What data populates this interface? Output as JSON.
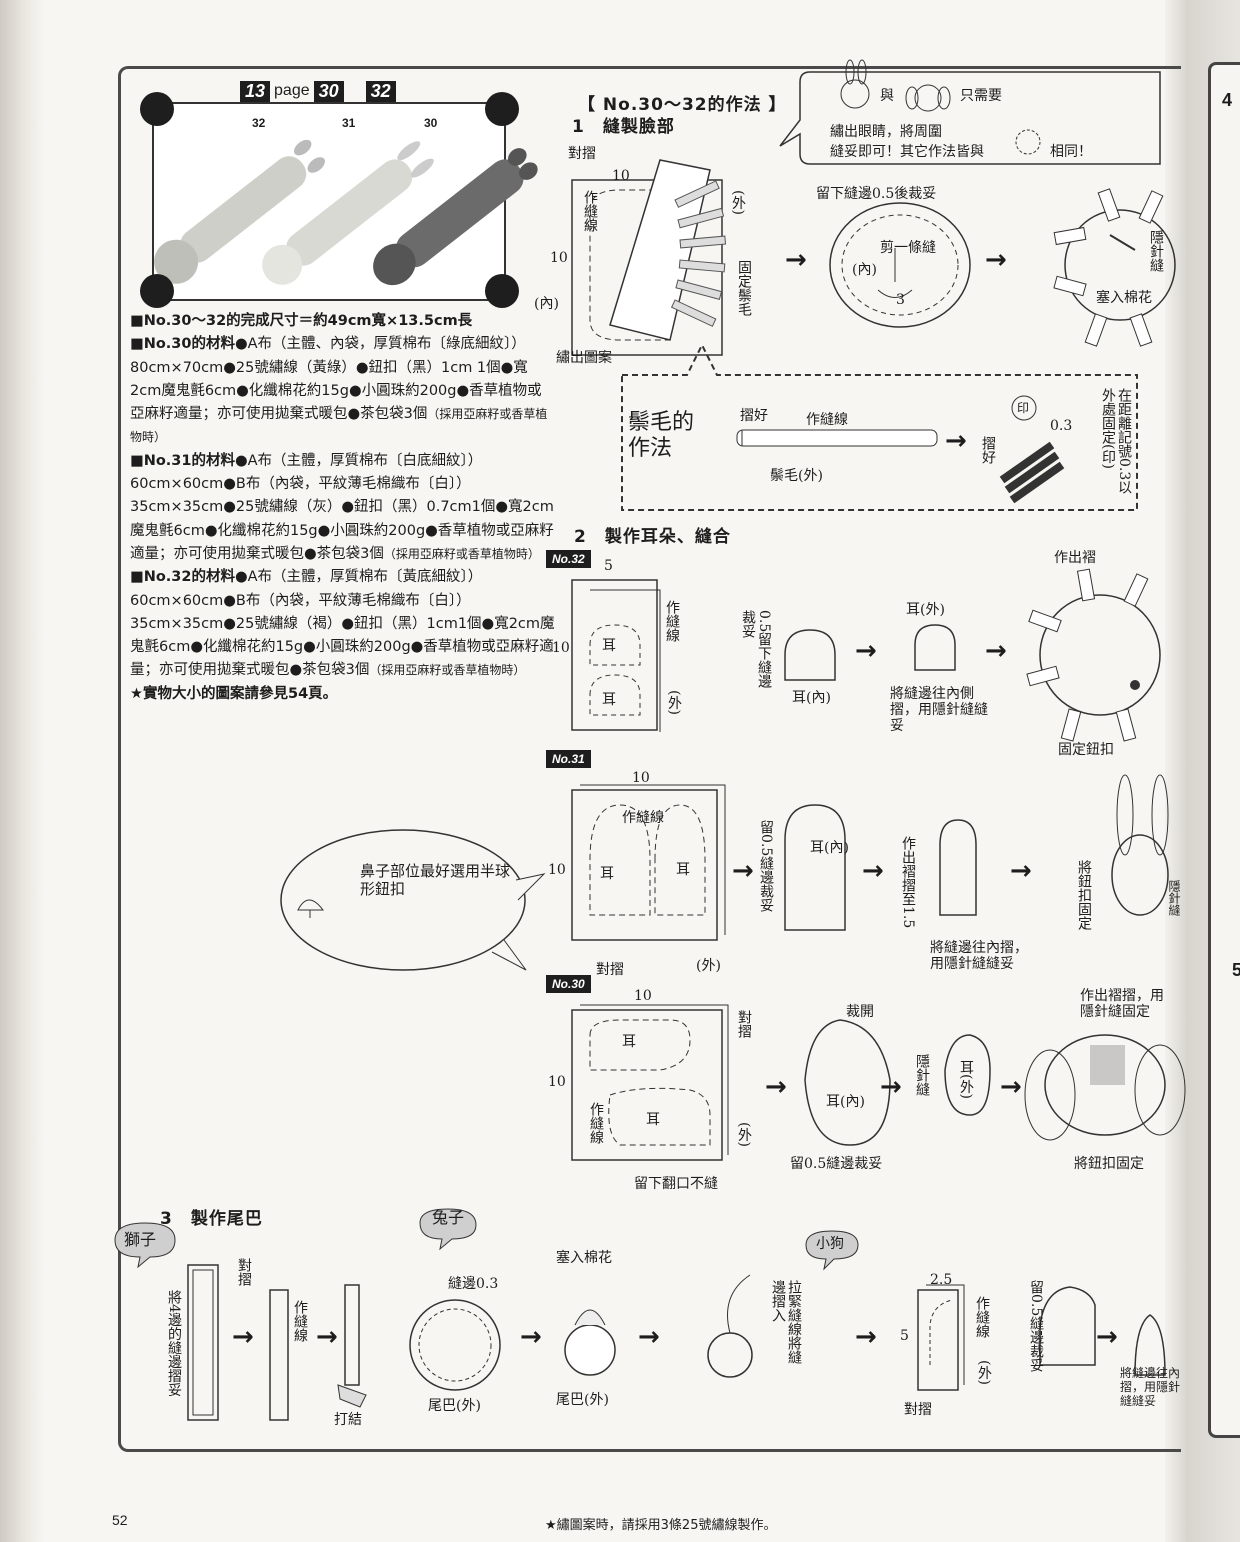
{
  "page_badges": {
    "b1": "13",
    "word": "page",
    "b2": "30",
    "b3": "32"
  },
  "photo_labels": [
    "32",
    "31",
    "30"
  ],
  "materials": [
    {
      "head": "■No.30～32的完成尺寸＝約49cm寬×13.5cm長",
      "body": ""
    },
    {
      "head": "■No.30的材料●",
      "body": "A布（主體、內袋，厚質棉布〔綠底細紋〕）80cm×70cm●25號繡線（黃綠）●鈕扣（黑）1cm 1個●寬2cm魔鬼氈6cm●化纖棉花約15g●小圓珠約200g●香草植物或亞麻籽適量；亦可使用拋棄式暖包●茶包袋3個",
      "note": "（採用亞麻籽或香草植物時）"
    },
    {
      "head": "■No.31的材料●",
      "body": "A布（主體，厚質棉布〔白底細紋〕）60cm×60cm●B布（內袋，平紋薄毛棉織布〔白〕）35cm×35cm●25號繡線（灰）●鈕扣（黑）0.7cm1個●寬2cm魔鬼氈6cm●化纖棉花約15g●小圓珠約200g●香草植物或亞麻籽適量；亦可使用拋棄式暖包●茶包袋3個",
      "note": "（採用亞麻籽或香草植物時）"
    },
    {
      "head": "■No.32的材料●",
      "body": "A布（主體，厚質棉布〔黃底細紋〕）60cm×60cm●B布（內袋，平紋薄毛棉織布〔白〕）35cm×35cm●25號繡線（褐）●鈕扣（黑）1cm1個●寬2cm魔鬼氈6cm●化纖棉花約15g●小圓珠約200g●香草植物或亞麻籽適量；亦可使用拋棄式暖包●茶包袋3個",
      "note": "（採用亞麻籽或香草植物時）"
    },
    {
      "head": "★實物大小的圖案請參見54頁。",
      "body": ""
    }
  ],
  "method_title": "【 No.30～32的作法 】",
  "sec1": "1　縫製臉部",
  "sec2": "2　製作耳朵、縫合",
  "sec3": "3　製作尾巴",
  "tags": {
    "no32": "No.32",
    "no31": "No.31",
    "no30": "No.30"
  },
  "bubble_top": {
    "l1": "與",
    "l2": "只需要",
    "l3": "繡出眼睛，將周圍",
    "l4": "縫妥即可！其它作法皆與",
    "l5": "相同！"
  },
  "face_labels": {
    "fold": "對摺",
    "ten_top": "10",
    "ten_left": "10",
    "line": "作縫線",
    "out": "(外)",
    "inside": "(內)",
    "fix": "固定鬃毛",
    "embroider": "繡出圖案",
    "leave": "留下縫邊0.5後裁妥",
    "cut": "剪一條縫",
    "inner": "(內)",
    "three": "3",
    "stuff": "塞入棉花",
    "blind": "隱針縫"
  },
  "mane": {
    "title": "鬃毛的作法",
    "fold": "摺好",
    "line": "作縫線",
    "mane": "鬃毛(外)",
    "v03": "0.3",
    "fold2": "摺好",
    "stamp": "印",
    "pos": "在距離記號0.3以外處固定(印)"
  },
  "ear32": {
    "five": "5",
    "ten": "10",
    "line": "作縫線",
    "ear1": "耳",
    "ear2": "耳",
    "out": "(外)",
    "leave": "0.5留下縫邊裁妥",
    "ear_in": "耳(內)",
    "ear_out": "耳(外)",
    "fold": "將縫邊往內側摺，用隱針縫縫妥",
    "pleat": "作出褶",
    "button": "固定鈕扣"
  },
  "ear31": {
    "ten_top": "10",
    "ten_left": "10",
    "line": "作縫線",
    "ear1": "耳",
    "ear2": "耳",
    "fold": "對摺",
    "out": "(外)",
    "leave": "留0.5縫邊裁妥",
    "ear_in": "耳(內)",
    "pleat": "作出褶摺至1.5",
    "sew": "將縫邊往內摺，用隱針縫縫妥",
    "button": "將鈕扣固定",
    "blind": "隱針縫"
  },
  "bubble_nose": "鼻子部位最好選用半球形鈕扣",
  "ear30": {
    "ten_top": "10",
    "ten_left": "10",
    "ear1": "耳",
    "ear2": "耳",
    "fold": "對摺",
    "line": "作縫線",
    "out": "(外)",
    "leave": "留下翻口不縫",
    "cut": "裁開",
    "ear_in": "耳(內)",
    "leave05": "留0.5縫邊裁妥",
    "blind": "隱針縫",
    "ear_out": "耳(外)",
    "pleat": "作出褶摺，用隱針縫固定",
    "button": "將鈕扣固定"
  },
  "tail": {
    "lion": "獅子",
    "rabbit": "兔子",
    "dog": "小狗",
    "fold4": "將4邊的縫邊摺妥",
    "fold": "對摺",
    "line": "作縫線",
    "knot": "打結",
    "margin": "縫邊0.3",
    "stuff": "塞入棉花",
    "tail_out": "尾巴(外)",
    "tail_out2": "尾巴(外)",
    "pull": "拉緊縫線將縫邊摺入",
    "d25": "2.5",
    "d5": "5",
    "dline": "作縫線",
    "dout": "(外)",
    "dfold": "對摺",
    "dleave": "留0.5縫邊裁妥",
    "dsew": "將縫邊往內摺，用隱針縫縫妥"
  },
  "footer": "★繡圖案時，請採用3條25號繡線製作。",
  "page_number": "52",
  "next_page": {
    "a": "4",
    "b": "5"
  }
}
